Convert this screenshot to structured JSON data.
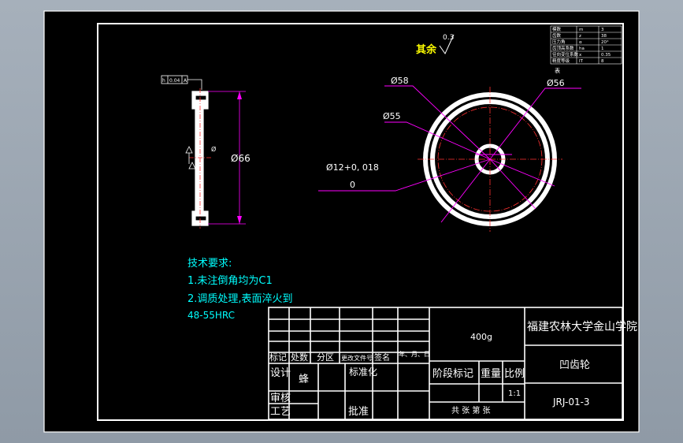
{
  "drawing": {
    "roughness": {
      "label": "其余",
      "value": "0.3"
    },
    "dimensions": {
      "d58": "Ø58",
      "d56": "Ø56",
      "d55": "Ø55",
      "d12_line1": "Ø12+0, 018",
      "d12_line2": "0",
      "d66": "Ø66",
      "flatness": "0.04",
      "datum": "A"
    },
    "tech_notes": {
      "title": "技术要求:",
      "line1": "1.未注倒角均为C1",
      "line2": "2.调质处理,表面淬火到",
      "line3": "48-55HRC"
    },
    "params_table": [
      [
        "模数",
        "m",
        "3"
      ],
      [
        "齿数",
        "z",
        "38"
      ],
      [
        "压力角",
        "α",
        "20°"
      ],
      [
        "齿顶高系数",
        "ha",
        "1"
      ],
      [
        "径向变位系数",
        "x",
        "0.35"
      ],
      [
        "精度等级",
        "IT",
        "8"
      ]
    ],
    "params_extra": "表"
  },
  "title_block": {
    "weight": "400g",
    "school": "福建农林大学金山学院",
    "part_name": "凹齿轮",
    "drawing_no": "JRJ-01-3",
    "scale": "1:1",
    "sheet": "共 张 第 张",
    "stage_label": "阶段标记",
    "weight_label": "重量",
    "scale_label": "比例",
    "header_labels": [
      "标记",
      "处数",
      "分区",
      "更改文件号",
      "签名",
      "年、月、日"
    ],
    "design_label": "设计",
    "design_name": "蜂",
    "std_label": "标准化",
    "check_label": "审核",
    "process_label": "工艺",
    "approve_label": "批准"
  }
}
